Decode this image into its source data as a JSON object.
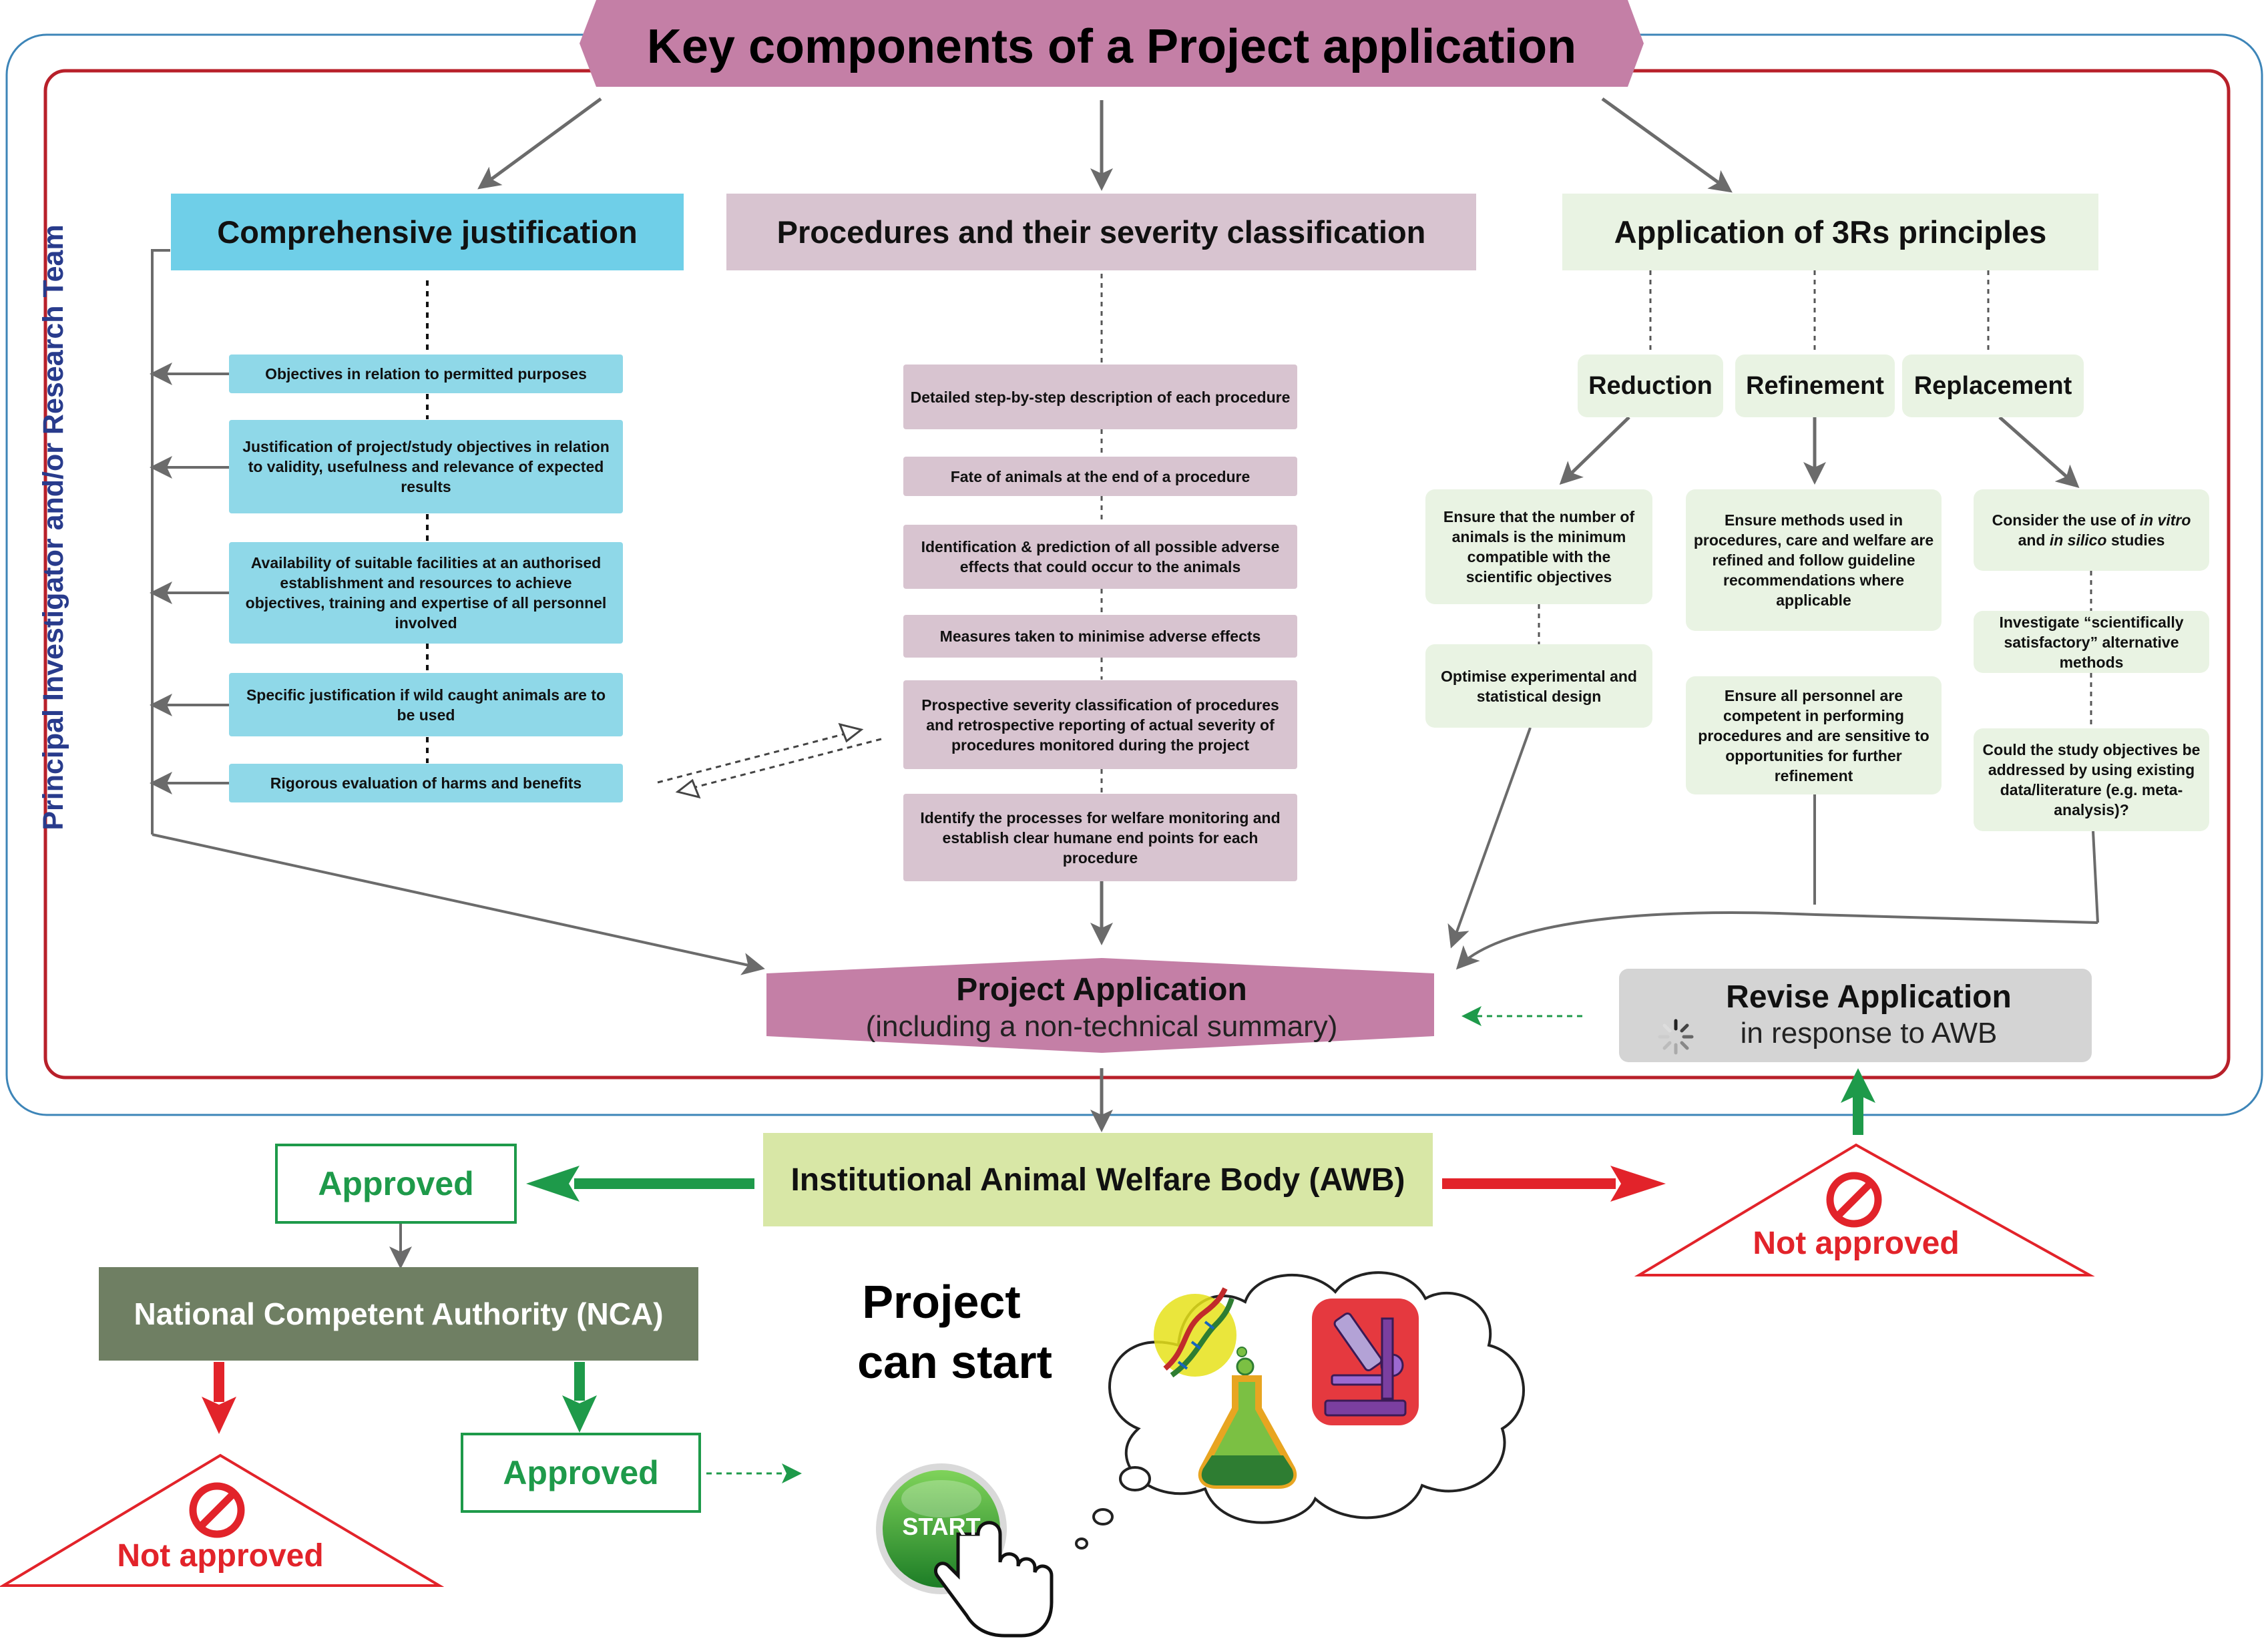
{
  "title": "Key components of a Project application",
  "side_label": "Principal Investigator and/or Research Team",
  "columns": {
    "justification": {
      "header": "Comprehensive  justification",
      "items": [
        "Objectives in relation to permitted purposes",
        "Justification of project/study objectives in relation to validity, usefulness  and relevance of expected results",
        "Availability of suitable facilities at  an authorised establishment and  resources to achieve objectives, training  and  expertise of  all personnel  involved",
        "Specific justification if wild caught animals are to be used",
        "Rigorous evaluation  of harms and benefits"
      ]
    },
    "procedures": {
      "header": "Procedures and their severity classification",
      "items": [
        "Detailed step-by-step description of each procedure",
        "Fate of animals at the end of a procedure",
        "Identification & prediction of all possible adverse effects that could occur to the animals",
        "Measures taken to minimise  adverse effects",
        "Prospective severity classification of procedures and retrospective  reporting of actual severity of procedures  monitored during the project",
        "Identify the processes for welfare monitoring and establish clear humane end points for each procedure"
      ]
    },
    "three_rs": {
      "header": "Application of 3Rs principles",
      "reduction": {
        "label": "Reduction",
        "items": [
          "Ensure that the number of animals is the minimum compatible with the scientific objectives",
          "Optimise experimental and statistical design"
        ]
      },
      "refinement": {
        "label": "Refinement",
        "items": [
          "Ensure methods used in procedures, care and welfare are refined and follow guideline recommendations where applicable",
          "Ensure all personnel are competent in performing procedures and are sensitive to opportunities for further refinement"
        ]
      },
      "replacement": {
        "label": "Replacement",
        "item1_pre": "Consider the use of",
        "item1_em1": "in vitro",
        "item1_mid": "and",
        "item1_em2": "in silico",
        "item1_post": "studies",
        "items": [
          "Investigate “scientifically satisfactory” alternative methods",
          "Could the study objectives be addressed by using existing data/literature (e.g. meta-analysis)?"
        ]
      }
    }
  },
  "project_application": {
    "title": "Project Application",
    "subtitle": "(including a non-technical summary)"
  },
  "revise": {
    "title": "Revise Application",
    "subtitle": "in response to AWB"
  },
  "awb": "Institutional Animal Welfare Body (AWB)",
  "approved_awb": "Approved",
  "not_approved_awb": "Not approved",
  "nca": "National Competent Authority (NCA)",
  "approved_nca": "Approved",
  "not_approved_nca": "Not approved",
  "project_start_line1": "Project",
  "project_start_line2": "can start",
  "start_button": "START",
  "colors": {
    "title_fill": "#c47fa6",
    "blue": "#8fd8e8",
    "pink": "#d8c4d0",
    "green_box": "#e9f3e3",
    "outer_border": "#3d85b8",
    "inner_border": "#b8202a",
    "approved_green": "#1e9a4a",
    "not_approved_red": "#e2232a",
    "awb_fill": "#d8e7a6",
    "nca_fill": "#6f7f63",
    "revise_fill": "#d4d4d4"
  }
}
